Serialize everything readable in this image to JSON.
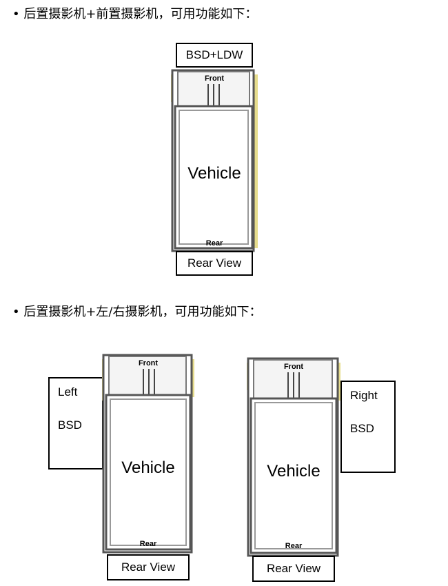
{
  "section1": {
    "heading": "• 后置摄影机+前置摄影机，可用功能如下：",
    "top_label": "BSD+LDW",
    "vehicle": {
      "front": "Front",
      "body": "Vehicle",
      "rear": "Rear"
    },
    "bottom_label": "Rear View"
  },
  "section2": {
    "heading": "•  后置摄影机+左/右摄影机，可用功能如下：",
    "left_diagram": {
      "side_label_line1": "Left",
      "side_label_line2": "BSD",
      "vehicle": {
        "front": "Front",
        "body": "Vehicle",
        "rear": "Rear"
      },
      "bottom_label": "Rear View"
    },
    "right_diagram": {
      "side_label_line1": "Right",
      "side_label_line2": "BSD",
      "vehicle": {
        "front": "Front",
        "body": "Vehicle",
        "rear": "Rear"
      },
      "bottom_label": "Rear View"
    }
  },
  "colors": {
    "outline": "#000000",
    "vehicle_frame": "#555555",
    "side_yellow": "#e6dc8c",
    "frame_fill": "#e6e6e6"
  }
}
